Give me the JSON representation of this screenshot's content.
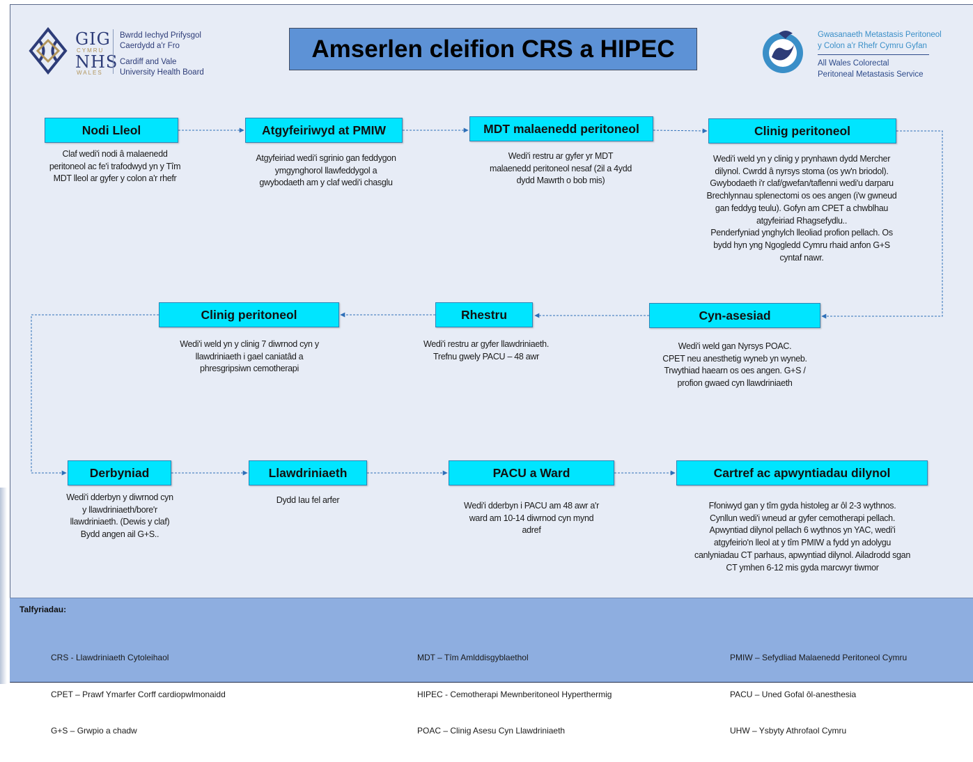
{
  "title": "Amserlen cleifion CRS a HIPEC",
  "logos": {
    "left": {
      "gig": "GIG",
      "cymru": "CYMRU",
      "nhs": "NHS",
      "wales": "WALES",
      "welsh_lines": [
        "Bwrdd Iechyd Prifysgol",
        "Caerdydd a'r Fro"
      ],
      "english_lines": [
        "Cardiff and Vale",
        "University Health Board"
      ]
    },
    "right": {
      "welsh_lines": [
        "Gwasanaeth Metastasis Peritoneol",
        "y Colon a'r Rhefr Cymru Gyfan"
      ],
      "english_lines": [
        "All Wales Colorectal",
        "Peritoneal Metastasis Service"
      ]
    }
  },
  "steps": [
    {
      "id": "nodi",
      "label": "Nodi Lleol",
      "description": [
        "Claf wedi'i nodi â malaenedd",
        "peritoneol ac fe'i trafodwyd yn y Tîm",
        "MDT lleol ar gyfer y colon a'r rhefr"
      ]
    },
    {
      "id": "atgyf",
      "label": "Atgyfeiriwyd at PMIW",
      "description": [
        "Atgyfeiriad wedi'i sgrinio gan feddygon",
        "ymgynghorol llawfeddygol a",
        "gwybodaeth am y claf wedi'i chasglu"
      ]
    },
    {
      "id": "mdt",
      "label": "MDT malaenedd peritoneol",
      "description": [
        "Wedi'i restru ar gyfer yr MDT",
        "malaenedd peritoneol nesaf (2il a 4ydd",
        "dydd Mawrth o bob mis)"
      ]
    },
    {
      "id": "clinig1",
      "label": "Clinig peritoneol",
      "description": [
        "Wedi'i weld yn y clinig y prynhawn dydd Mercher",
        "dilynol. Cwrdd â nyrsys stoma (os yw'n briodol).",
        "Gwybodaeth i'r claf/gwefan/taflenni wedi'u darparu",
        "Brechlynnau splenectomi os oes angen (i'w gwneud",
        "gan feddyg teulu). Gofyn am CPET a chwblhau",
        "atgyfeiriad Rhagsefydlu..",
        "Penderfyniad ynghylch lleoliad profion pellach. Os",
        "bydd hyn yng Ngogledd Cymru rhaid anfon G+S",
        "cyntaf nawr."
      ]
    },
    {
      "id": "cyn",
      "label": "Cyn-asesiad",
      "description": [
        "Wedi'i weld gan Nyrsys POAC.",
        "CPET neu anesthetig wyneb yn wyneb.",
        "Trwythiad haearn os oes angen. G+S /",
        "profion gwaed cyn llawdriniaeth"
      ]
    },
    {
      "id": "rhestru",
      "label": "Rhestru",
      "description": [
        "Wedi'i restru ar gyfer llawdriniaeth.",
        "Trefnu gwely PACU – 48 awr"
      ]
    },
    {
      "id": "clinig2",
      "label": "Clinig peritoneol",
      "description": [
        "Wedi'i weld yn y clinig 7 diwrnod cyn y",
        "llawdriniaeth i gael caniatâd a",
        "phresgripsiwn cemotherapi"
      ]
    },
    {
      "id": "derbyn",
      "label": "Derbyniad",
      "description": [
        "Wedi'i dderbyn y diwrnod cyn",
        "y llawdriniaeth/bore'r",
        "llawdriniaeth. (Dewis y claf)",
        "Bydd angen ail G+S.."
      ]
    },
    {
      "id": "llawd",
      "label": "Llawdriniaeth",
      "description": [
        "Dydd Iau fel arfer"
      ]
    },
    {
      "id": "pacu",
      "label": "PACU a Ward",
      "description": [
        "Wedi'i dderbyn i PACU am 48 awr a'r",
        "ward am 10-14 diwrnod cyn mynd",
        "adref"
      ]
    },
    {
      "id": "cartref",
      "label": "Cartref ac apwyntiadau dilynol",
      "description": [
        "Ffoniwyd gan y tîm gyda histoleg ar ôl 2-3 wythnos.",
        "Cynllun wedi'i wneud ar gyfer cemotherapi pellach.",
        "Apwyntiad dilynol pellach 6 wythnos yn YAC, wedi'i",
        "atgyfeirio'n lleol at y tîm PMIW a fydd yn adolygu",
        "canlyniadau CT parhaus, apwyntiad dilynol. Ailadrodd sgan",
        "CT ymhen 6-12 mis gyda marcwyr tiwmor"
      ]
    }
  ],
  "abbreviations": {
    "title": "Talfyriadau:",
    "col1": [
      "CRS - Llawdriniaeth Cytoleihaol",
      "CPET – Prawf Ymarfer Corff cardiopwlmonaidd",
      "G+S – Grwpio a chadw"
    ],
    "col2": [
      "MDT – Tîm Amlddisgyblaethol",
      "HIPEC - Cemotherapi Mewnberitoneol Hyperthermig",
      "POAC – Clinig Asesu Cyn Llawdriniaeth"
    ],
    "col3": [
      "PMIW – Sefydliad Malaenedd Peritoneol Cymru",
      "PACU – Uned Gofal ôl-anesthesia",
      "UHW – Ysbyty Athrofaol Cymru"
    ]
  },
  "colors": {
    "node_fill": "#00e5ff",
    "title_fill": "#5d92d6",
    "background": "#e7ecf6",
    "footer_fill": "#8eaee0",
    "connector": "#2f6fb8"
  }
}
